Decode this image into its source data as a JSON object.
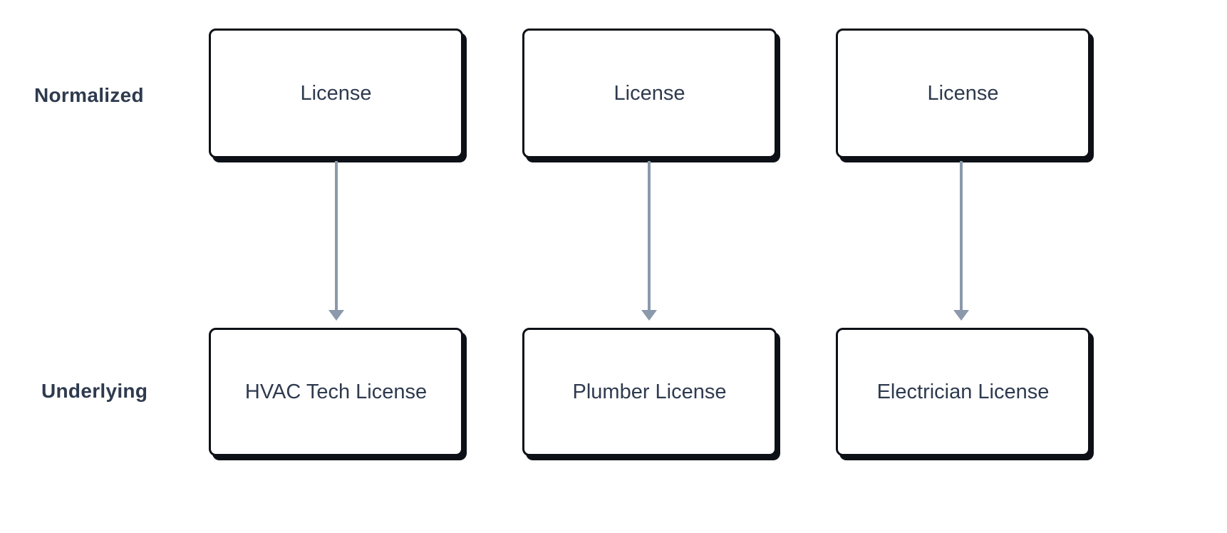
{
  "diagram": {
    "row_labels": [
      {
        "label": "Normalized"
      },
      {
        "label": "Underlying"
      }
    ],
    "columns": [
      {
        "top": "License",
        "bottom": "HVAC Tech License"
      },
      {
        "top": "License",
        "bottom": "Plumber License"
      },
      {
        "top": "License",
        "bottom": "Electrician License"
      }
    ],
    "colors": {
      "text": "#2e3a4e",
      "arrow": "#8b99ab",
      "box_border": "#0d1117",
      "box_fill": "#ffffff",
      "background": "#ffffff"
    }
  }
}
